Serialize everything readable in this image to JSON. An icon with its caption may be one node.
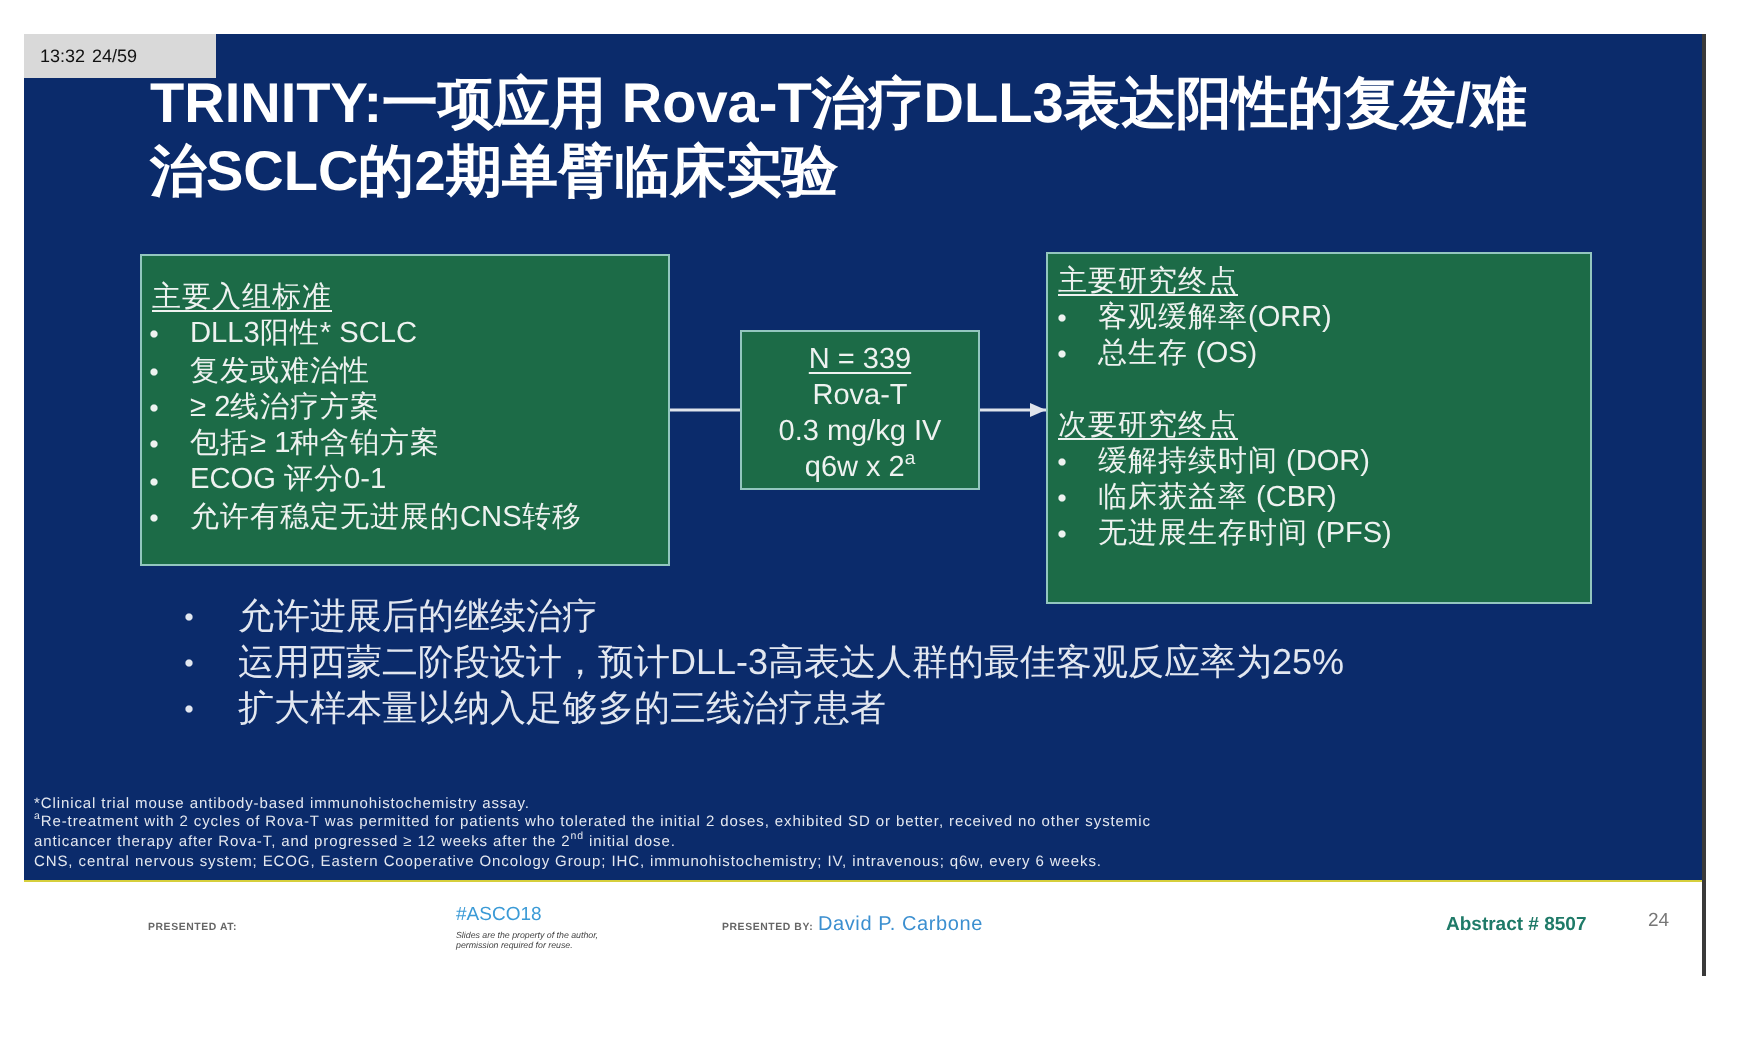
{
  "diagram": {
    "title": "TRINITY:一项应用 Rova-T治疗DLL3表达阳性的复发/难治SCLC的2期单臂临床实验",
    "nodes": [
      {
        "text": [
          "主要入组标准",
          "DLL3阳性* SCLC",
          "复发或难治性",
          "≥ 2线治疗方案",
          "包括≥ 1种含铂方案",
          "ECOG 评分0-1",
          "允许有稳定无进展的CNS转移"
        ]
      },
      {
        "text": [
          "N = 339",
          "Rova-T",
          "0.3 mg/kg IV",
          "q6w x 2$^{a}$"
        ]
      },
      {
        "text": [
          "主要研究终点",
          "客观缓解率(ORR)",
          "总生存 (OS)",
          "次要研究终点",
          "缓解持续时间 (DOR)",
          "临床获益率 (CBR)",
          "无进展生存时间 (PFS)"
        ]
      }
    ],
    "edges": [
      {
        "from": 0,
        "to": 1,
        "arrow": "none"
      },
      {
        "from": 1,
        "to": 2,
        "arrow": "to"
      }
    ],
    "labels": [
      "13:32",
      "24/59",
      "允许进展后的继续治疗",
      "运用西蒙二阶段设计，预计DLL-3高表达人群的最佳客观反应率为25%",
      "扩大样本量以纳入足够多的三线治疗患者",
      "*Clinical trial mouse antibody-based immunohistochemistry assay.",
      "$^{a}$Re-treatment with 2 cycles of Rova-T was permitted for patients who tolerated the initial 2 doses, exhibited SD or better, received no other systemic anticancer therapy after Rova-T, and progressed ≥ 12 weeks after the 2$^{nd}$ initial dose.",
      "CNS, central nervous system; ECOG, Eastern Cooperative Oncology Group; IHC, immunohistochemistry; IV, intravenous; q6w, every 6 weeks.",
      "PRESENTED AT:",
      "#ASCO18",
      "Slides are the property of the author, permission required for reuse.",
      "PRESENTED BY:",
      "David P. Carbone",
      "Abstract # 8507",
      "24"
    ]
  }
}
